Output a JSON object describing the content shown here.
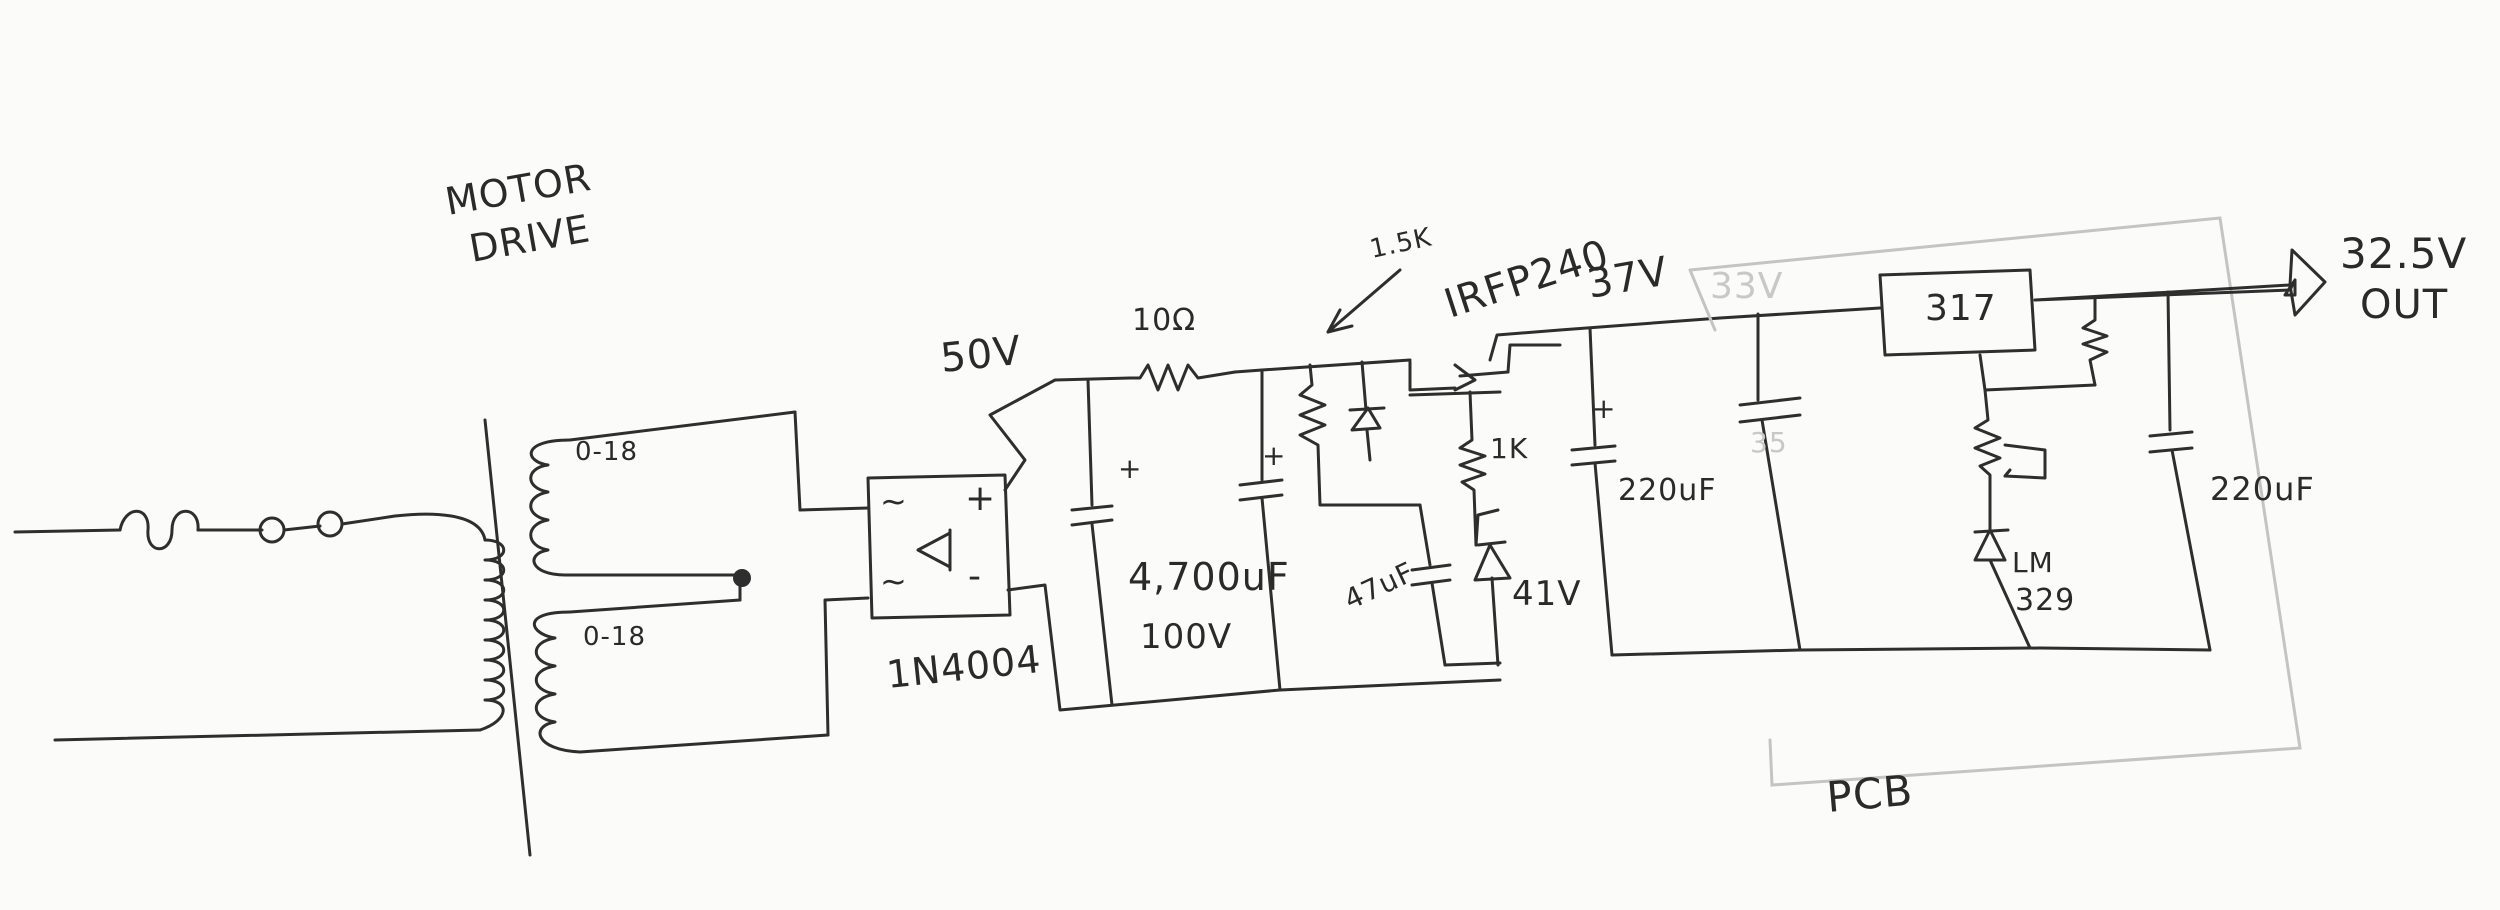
{
  "diagram": {
    "colors": {
      "ink": "#2e2e2e",
      "faint": "#c4c4c4",
      "paper": "#fbfbfa"
    },
    "labels": {
      "motor_line1": "MOTOR",
      "motor_line2": "DRIVE",
      "winding_top": "0-18",
      "winding_bottom": "0-18",
      "rectifier_plus": "+",
      "rectifier_minus": "-",
      "rectifier_ac_top": "~",
      "rectifier_ac_bottom": "~",
      "rectifier_part": "1N4004",
      "v_rect": "50V",
      "resistor_10r": "10Ω",
      "cap_value": "4,700uF",
      "cap_voltage": "100V",
      "resistor_1k5": "1.5K",
      "mosfet": "IRFP240",
      "resistor_1k": "1K",
      "cap_47uf": "47uF",
      "zener_41v": "41V",
      "v_37": "37V",
      "cap_220uf_a": "220uF",
      "faint_v": "33V",
      "faint_cap": "35",
      "regulator": "317",
      "ref": "LM",
      "ref_num": "329",
      "cap_220uf_b": "220uF",
      "out_voltage": "32.5V",
      "out_label": "OUT",
      "pcb_label": "PCB",
      "cap_plus_a": "+",
      "cap_plus_b": "+",
      "cap_plus_c": "+"
    }
  }
}
